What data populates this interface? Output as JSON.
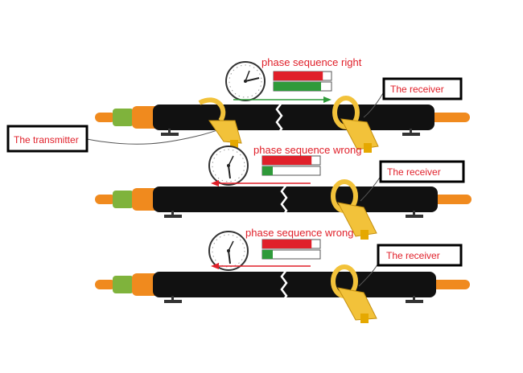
{
  "transmitter_label": "The transmitter",
  "rows": [
    {
      "caption": "phase sequence right",
      "receiver_label": "The receiver",
      "red_fill": 0.85,
      "green_fill": 0.82,
      "dial_hand": "right"
    },
    {
      "caption": "phase sequence wrong",
      "receiver_label": "The receiver",
      "red_fill": 0.85,
      "green_fill": 0.18,
      "dial_hand": "down"
    },
    {
      "caption": "phase sequence wrong",
      "receiver_label": "The receiver",
      "red_fill": 0.85,
      "green_fill": 0.18,
      "dial_hand": "down"
    }
  ],
  "colors": {
    "caption": "#e0202a",
    "cable": "#111111",
    "sheath": "#f08a1e",
    "core": "#7fb33c",
    "clamp": "#f2c23a",
    "arrow_right": "#2f9a3a",
    "arrow_wrong": "#e0202a",
    "bar_red": "#e0202a",
    "bar_green": "#2f9a3a"
  }
}
